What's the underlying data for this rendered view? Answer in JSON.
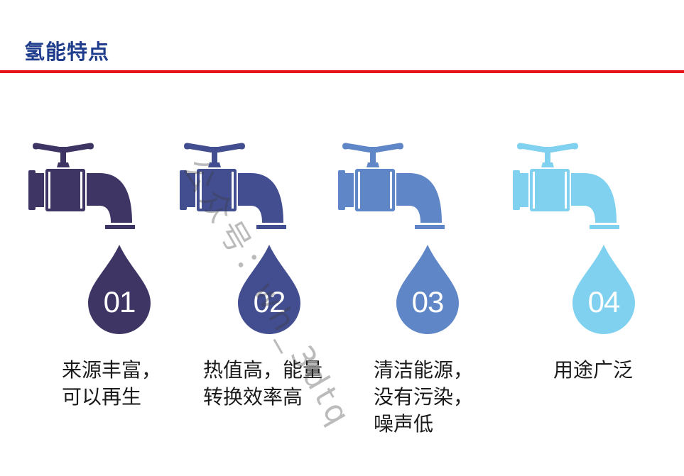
{
  "title": "氢能特点",
  "colors": {
    "title": "#1f3d8c",
    "rule": "#e8141c",
    "item1": "#3f3564",
    "item2": "#434e91",
    "item3": "#5f86c7",
    "item4": "#7fd1ef"
  },
  "items": [
    {
      "number": "01",
      "lines": [
        "来源丰富，",
        "可以再生"
      ]
    },
    {
      "number": "02",
      "lines": [
        "热值高，能量",
        "转换效率高"
      ]
    },
    {
      "number": "03",
      "lines": [
        "清洁能源，",
        "没有污染，",
        "噪声低"
      ]
    },
    {
      "number": "04",
      "lines": [
        "用途广泛"
      ]
    }
  ],
  "watermark": "公众号：wh_3dtq"
}
